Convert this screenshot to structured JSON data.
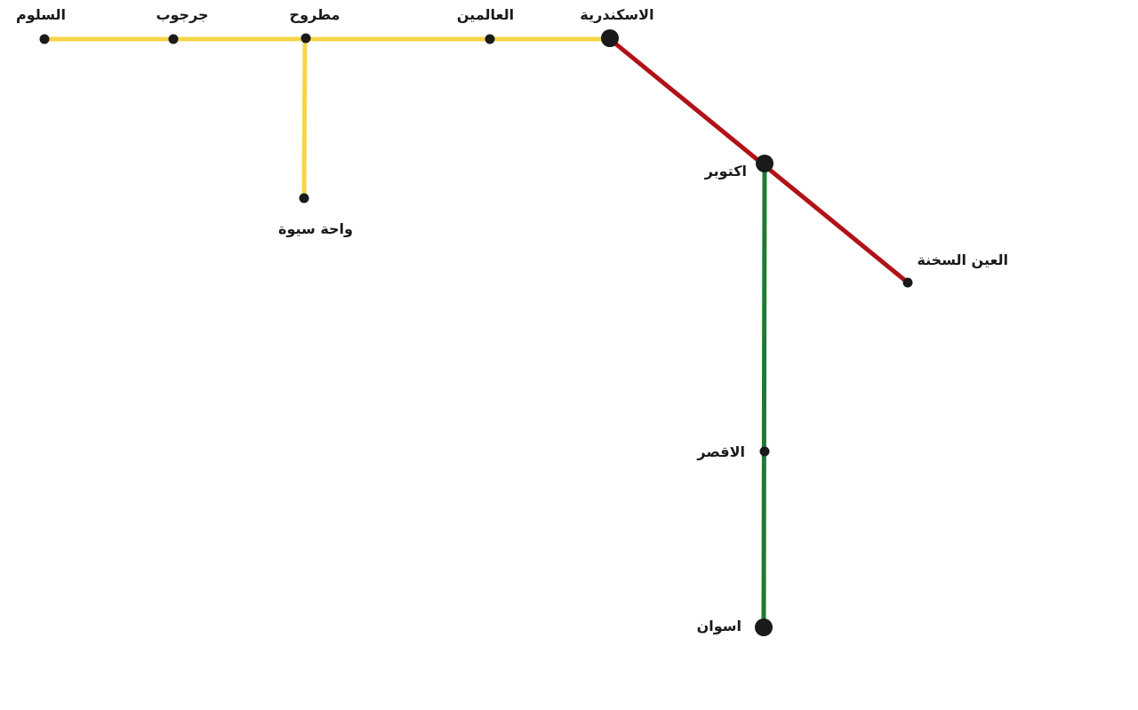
{
  "lines": {
    "yellow": {
      "color": "#f7d44a"
    },
    "red": {
      "color": "#b11218"
    },
    "green": {
      "color": "#1f7a34"
    }
  },
  "stations": {
    "salloum": {
      "name": "السلوم"
    },
    "jarjoub": {
      "name": "جرجوب"
    },
    "matrouh": {
      "name": "مطروح"
    },
    "alamein": {
      "name": "العالمين"
    },
    "alexandria": {
      "name": "الاسكندرية"
    },
    "october": {
      "name": "اكتوبر"
    },
    "sokhna": {
      "name": "العين السخنة"
    },
    "siwa": {
      "name": "واحة سيوة"
    },
    "luxor": {
      "name": "الاقصر"
    },
    "aswan": {
      "name": "اسوان"
    }
  }
}
